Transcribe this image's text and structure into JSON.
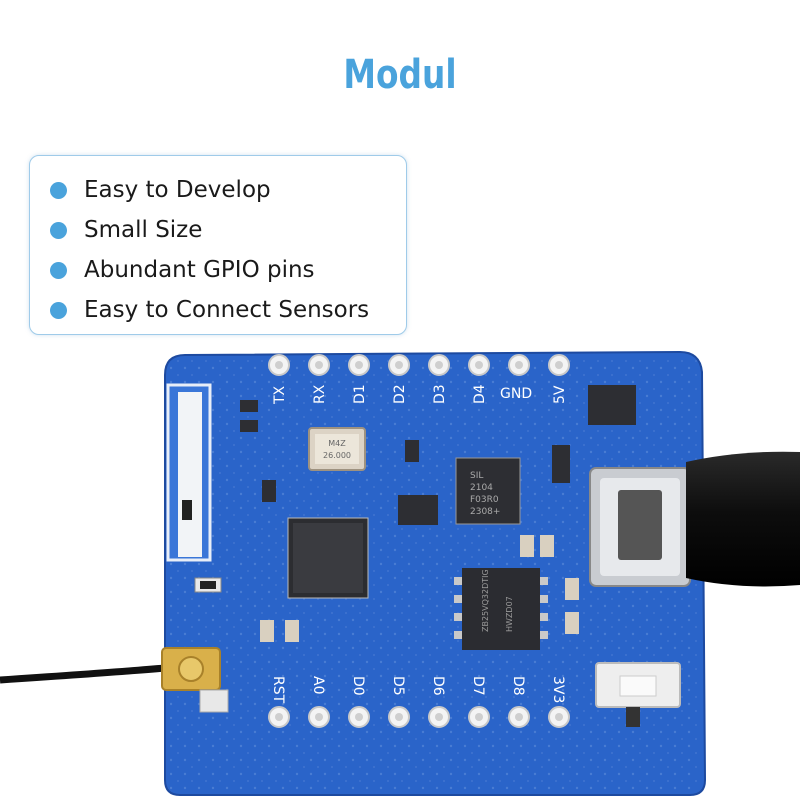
{
  "title": "Modul",
  "features": [
    "Easy to Develop",
    "Small Size",
    "Abundant GPIO pins",
    "Easy to Connect Sensors"
  ],
  "board": {
    "top_pins": [
      "TX",
      "RX",
      "D1",
      "D2",
      "D3",
      "D4",
      "GND",
      "5V"
    ],
    "bottom_pins": [
      "RST",
      "A0",
      "D0",
      "D5",
      "D6",
      "D7",
      "D8",
      "3V3"
    ],
    "crystal_text": [
      "26.000",
      "M4Z"
    ],
    "usb_chip_text": [
      "SIL",
      "2104",
      "F03R0",
      "2308+"
    ],
    "flash_text": [
      "ZB25VQ32DTIG",
      "HWZD07"
    ],
    "colors": {
      "pcb": "#2a64c9",
      "title": "#4aa3dc",
      "bullet": "#4aa3dc"
    }
  }
}
